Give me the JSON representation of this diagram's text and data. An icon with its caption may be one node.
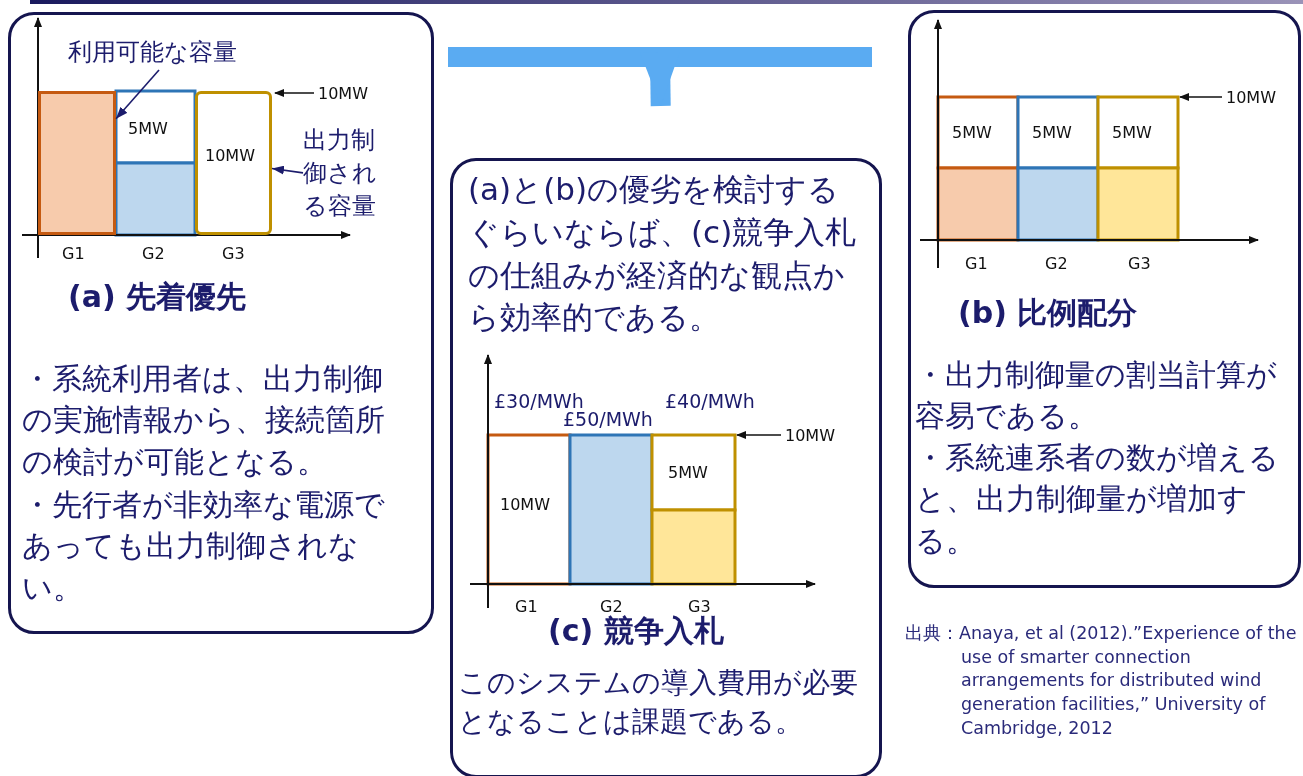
{
  "diagram": {
    "caption": "出典：Anaya, et al (2012).”Experience of the use of smarter connection arrangements for distributed wind generation facilities,” University of Cambridge, 2012",
    "nodes": [
      {
        "text": [
          "(a) 先着優先",
          "・系統利用者は、出力制御の実施情報から、接続箇所の検討が可能となる。",
          "・先行者が非効率な電源であっても出力制御されない。"
        ]
      },
      {
        "text": [
          "利用可能な容量"
        ],
        "in": 0
      },
      {
        "text": [],
        "shape": "bar",
        "in": 0
      },
      {
        "text": [
          "出力制御される容量"
        ],
        "in": 0
      },
      {
        "text": [
          "10MW"
        ],
        "in": 0
      },
      {
        "text": [
          "(b) 比例配分",
          "・出力制御量の割当計算が容易である。",
          "・系統連系者の数が増えると、出力制御量が増加する。"
        ]
      },
      {
        "text": [
          "(a)と(b)の優劣を検討するぐらいならば、(c)競争入札の仕組みが経済的な観点から効率的である。",
          "(c) 競争入札",
          "このシステムの導入費用が必要となることは課題である。"
        ]
      },
      {
        "text": [],
        "shape": "bar"
      }
    ],
    "edges": [
      {
        "from": 1,
        "to": 2,
        "arrow": "to"
      },
      {
        "from": 3,
        "to": 4,
        "arrow": "to"
      },
      {
        "from": 7,
        "to": 6,
        "arrow": "to",
        "style": "thick",
        "color": "#5aabf2"
      }
    ],
    "labels": [
      "10MW",
      "5MW",
      "G1",
      "G2",
      "G3",
      "£30/MWh",
      "£50/MWh",
      "£40/MWh",
      "10MW",
      "10MW",
      "5MW",
      "G1",
      "G2",
      "G3",
      "10MW",
      "5MW",
      "5MW",
      "5MW",
      "G1",
      "G2",
      "G3"
    ]
  }
}
